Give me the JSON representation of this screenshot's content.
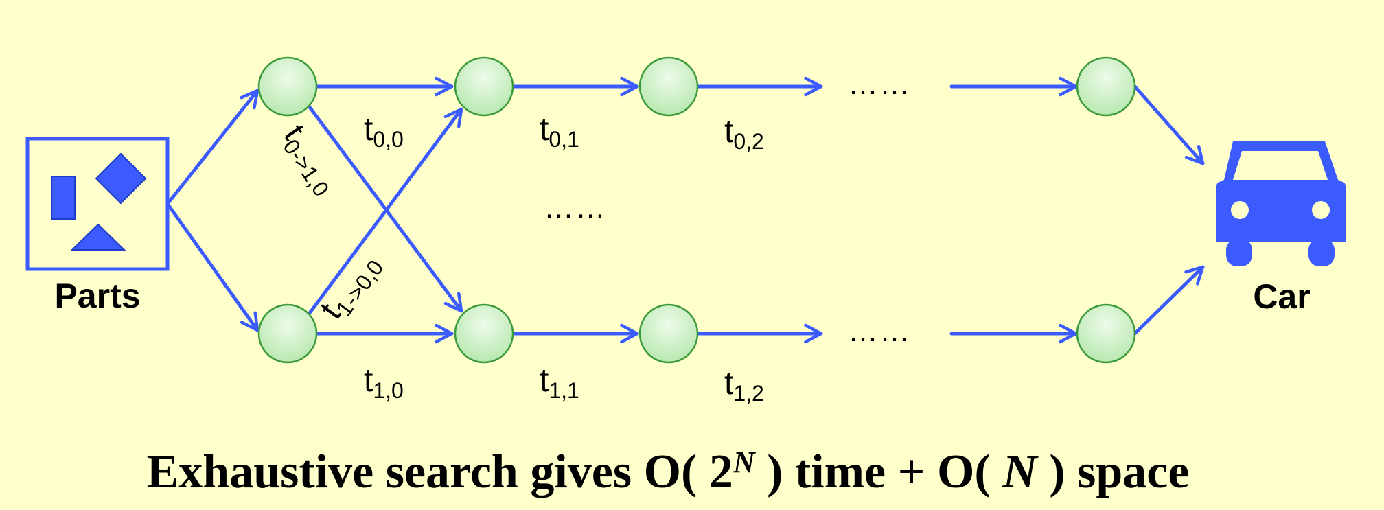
{
  "colors": {
    "background": "#ffffcc",
    "arrow": "#3b5bff",
    "node_fill": "#c7eec1",
    "node_stroke": "#3a9a3a",
    "icon": "#3b5bff"
  },
  "icons": {
    "parts": "parts-shapes-icon",
    "car": "car-icon"
  },
  "labels": {
    "parts": "Parts",
    "car": "Car",
    "ellipsis": "……",
    "t00_base": "t",
    "t00_sub": "0,0",
    "t01_base": "t",
    "t01_sub": "0,1",
    "t02_base": "t",
    "t02_sub": "0,2",
    "t10_base": "t",
    "t10_sub": "1,0",
    "t11_base": "t",
    "t11_sub": "1,1",
    "t12_base": "t",
    "t12_sub": "1,2",
    "t0to1_base": "t",
    "t0to1_sub": "0->1,0",
    "t1to0_base": "t",
    "t1to0_sub": "1->0,0"
  },
  "caption": {
    "part1": "Exhaustive search gives O( 2",
    "sup": "N",
    "part2": " ) time + O( ",
    "var": "N",
    "part3": " ) space"
  }
}
